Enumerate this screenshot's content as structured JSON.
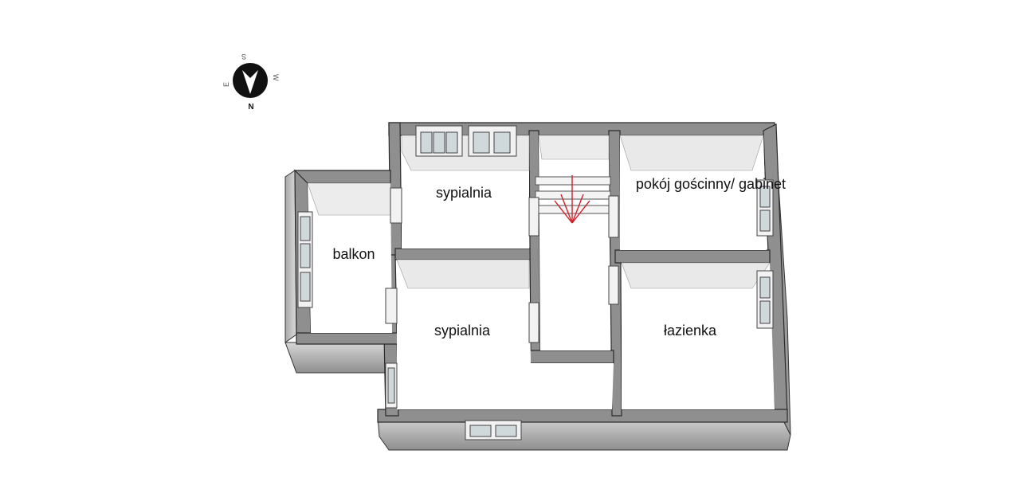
{
  "plan": {
    "rooms": [
      {
        "id": "bedroom-top",
        "label": "sypialnia"
      },
      {
        "id": "guest-office",
        "label": "pokój gościnny/ gabinet"
      },
      {
        "id": "balcony",
        "label": "balkon"
      },
      {
        "id": "bedroom-bottom",
        "label": "sypialnia"
      },
      {
        "id": "bathroom",
        "label": "łazienka"
      }
    ]
  },
  "compass": {
    "north": "N",
    "south": "S",
    "east": "E",
    "west": "W"
  },
  "colors": {
    "wall_top": "#8f8f8f",
    "wall_side": "#b9b9b9",
    "wall_edge": "#2b2b2b",
    "floor": "#ffffff",
    "window_glass": "#cfd8db",
    "stair_arrow": "#d0202a"
  },
  "icons": {
    "compass": "compass-icon",
    "stairs": "stairs-icon"
  }
}
